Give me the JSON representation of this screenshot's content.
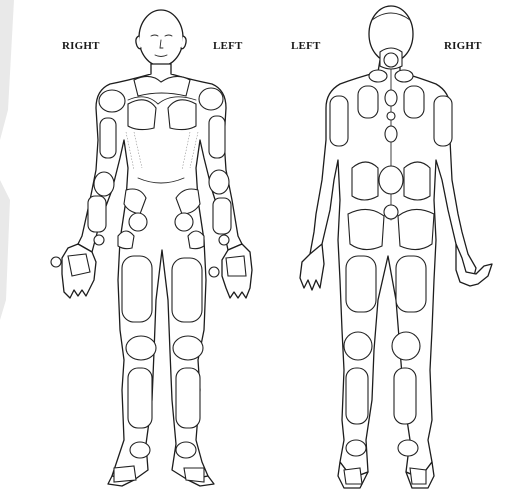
{
  "labels": {
    "front_right": "RIGHT",
    "front_left": "LEFT",
    "back_left": "LEFT",
    "back_right": "RIGHT"
  }
}
